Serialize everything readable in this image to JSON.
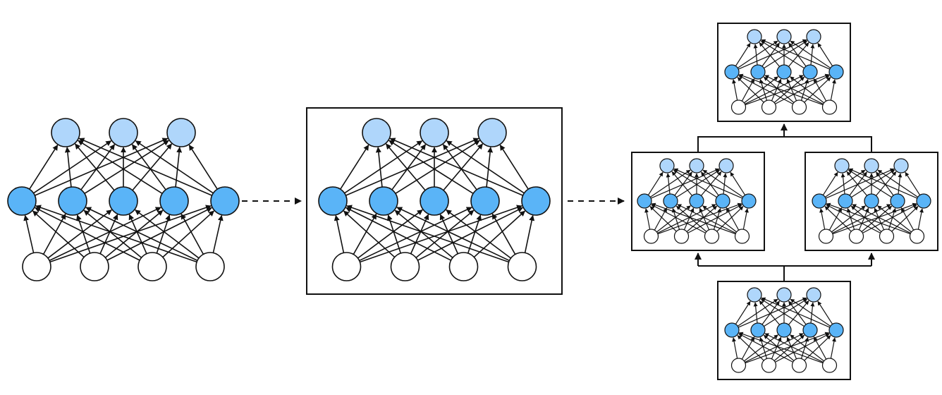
{
  "colors": {
    "background": "#ffffff",
    "input_fill": "#ffffff",
    "hidden_fill": "#5ab4f7",
    "output_fill": "#afd6fb",
    "stroke": "#111111"
  },
  "layers": {
    "input_count": 4,
    "hidden_count": 5,
    "output_count": 3
  },
  "diagram": {
    "stages": [
      "single-network",
      "boxed-block",
      "nested-blocks"
    ],
    "nested_block_count": 4
  }
}
